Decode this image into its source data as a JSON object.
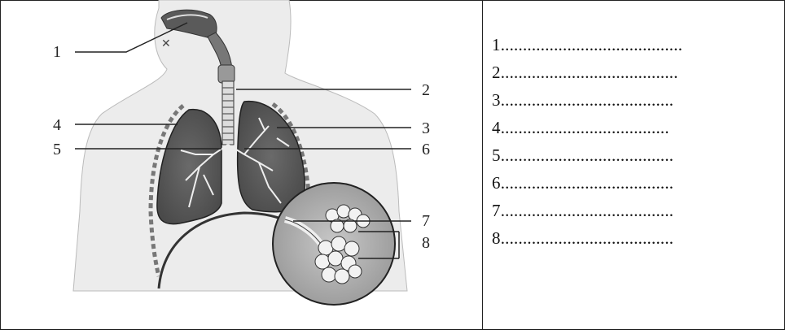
{
  "diagram": {
    "labels": [
      "1",
      "2",
      "3",
      "4",
      "5",
      "6",
      "7",
      "8"
    ]
  },
  "answers": [
    {
      "num": "1",
      "dots": "........................................."
    },
    {
      "num": "2",
      "dots": "........................................"
    },
    {
      "num": "3",
      "dots": "......................................."
    },
    {
      "num": "4",
      "dots": "......................................"
    },
    {
      "num": "5",
      "dots": "......................................."
    },
    {
      "num": "6",
      "dots": "......................................."
    },
    {
      "num": "7",
      "dots": "......................................."
    },
    {
      "num": "8",
      "dots": "......................................."
    }
  ]
}
